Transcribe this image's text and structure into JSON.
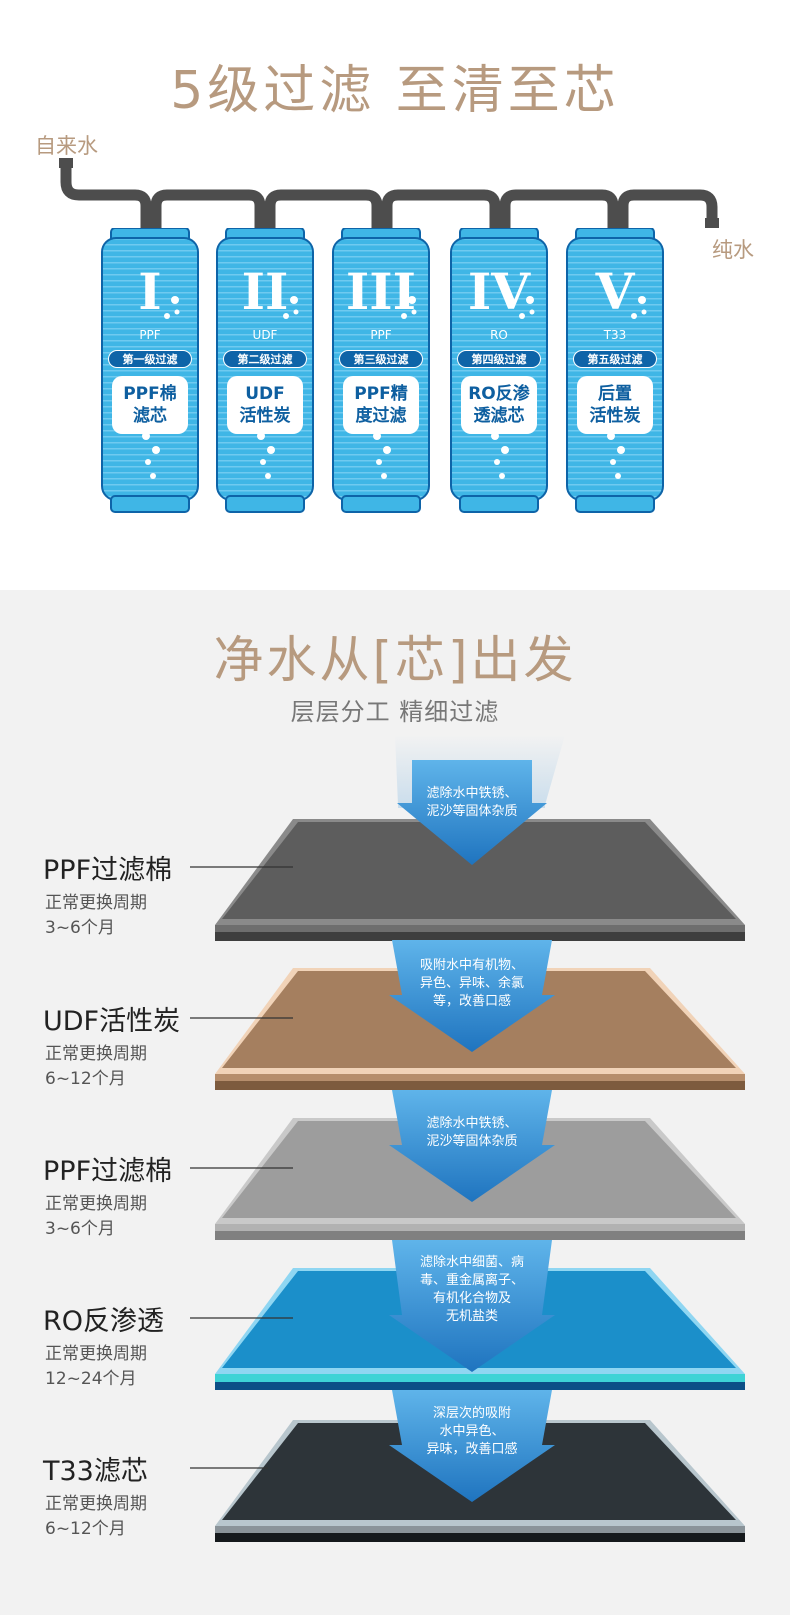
{
  "section1": {
    "title": "5级过滤  至清至芯",
    "inlet_label": "自来水",
    "outlet_label": "纯水",
    "filters": [
      {
        "roman": "I",
        "code": "PPF",
        "stage": "第一级过滤",
        "name": "PPF棉\n滤芯"
      },
      {
        "roman": "II",
        "code": "UDF",
        "stage": "第二级过滤",
        "name": "UDF\n活性炭"
      },
      {
        "roman": "III",
        "code": "PPF",
        "stage": "第三级过滤",
        "name": "PPF精\n度过滤"
      },
      {
        "roman": "IV",
        "code": "RO",
        "stage": "第四级过滤",
        "name": "RO反渗\n透滤芯"
      },
      {
        "roman": "V",
        "code": "T33",
        "stage": "第五级过滤",
        "name": "后置\n活性炭"
      }
    ],
    "colors": {
      "title": "#b79a7f",
      "pipe": "#4d4d4d",
      "filter_body": "#3fb6e6",
      "filter_dark": "#0e64a8"
    }
  },
  "section2": {
    "title": "净水从[芯]出发",
    "subtitle": "层层分工  精细过滤",
    "layers": [
      {
        "name": "PPF过滤棉",
        "cycle_label": "正常更换周期",
        "cycle": "3~6个月",
        "arrow_text": "滤除水中铁锈、\n泥沙等固体杂质",
        "color": "#555555"
      },
      {
        "name": "UDF活性炭",
        "cycle_label": "正常更换周期",
        "cycle": "6~12个月",
        "arrow_text": "吸附水中有机物、\n异色、异味、余氯\n等，改善口感",
        "color": "#a0785a"
      },
      {
        "name": "PPF过滤棉",
        "cycle_label": "正常更换周期",
        "cycle": "3~6个月",
        "arrow_text": "滤除水中铁锈、\n泥沙等固体杂质",
        "color": "#9a9a9a"
      },
      {
        "name": "RO反渗透",
        "cycle_label": "正常更换周期",
        "cycle": "12~24个月",
        "arrow_text": "滤除水中细菌、病\n毒、重金属离子、\n有机化合物及\n无机盐类",
        "color": "#1a8fc8"
      },
      {
        "name": "T33滤芯",
        "cycle_label": "正常更换周期",
        "cycle": "6~12个月",
        "arrow_text": "深层次的吸附\n水中异色、\n异味，改善口感",
        "color": "#2b3136"
      }
    ],
    "colors": {
      "arrow": "#1f7bc4",
      "leader_line": "#333333"
    }
  }
}
